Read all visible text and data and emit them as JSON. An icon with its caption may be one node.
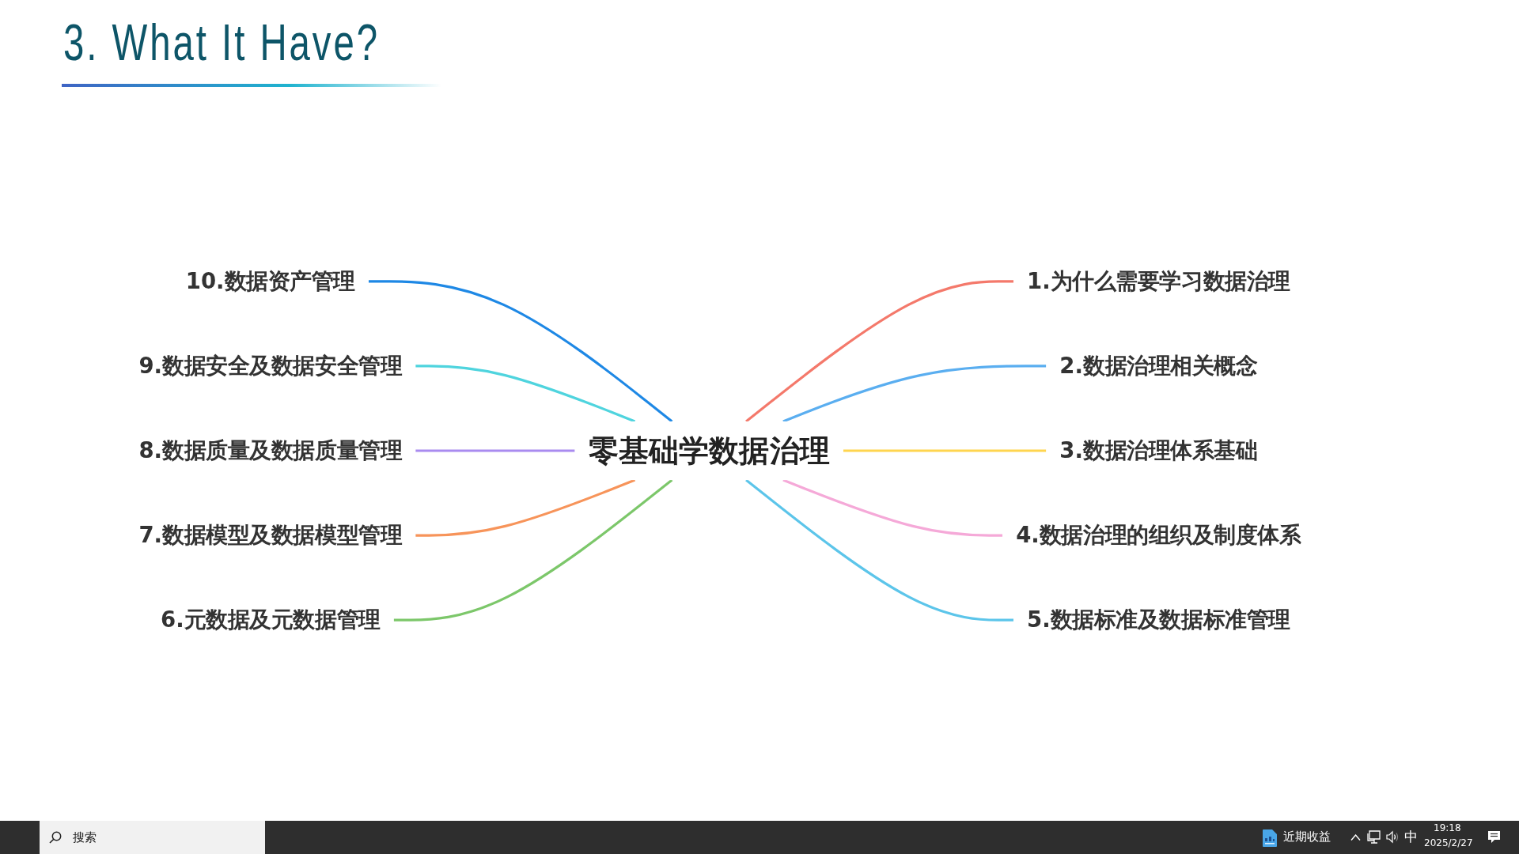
{
  "diagram": {
    "title": "3. What It Have?",
    "nodes": [
      {
        "text": [
          "零基础学数据治理"
        ]
      },
      {
        "text": [
          "1.为什么需要学习数据治理"
        ]
      },
      {
        "text": [
          "2.数据治理相关概念"
        ]
      },
      {
        "text": [
          "3.数据治理体系基础"
        ]
      },
      {
        "text": [
          "4.数据治理的组织及制度体系"
        ]
      },
      {
        "text": [
          "5.数据标准及数据标准管理"
        ]
      },
      {
        "text": [
          "6.元数据及元数据管理"
        ]
      },
      {
        "text": [
          "7.数据模型及数据模型管理"
        ]
      },
      {
        "text": [
          "8.数据质量及数据质量管理"
        ]
      },
      {
        "text": [
          "9.数据安全及数据安全管理"
        ]
      },
      {
        "text": [
          "10.数据资产管理"
        ]
      }
    ],
    "edges": [
      {
        "from": 0,
        "to": 1,
        "arrow": "none",
        "color": "#f4796b"
      },
      {
        "from": 0,
        "to": 2,
        "arrow": "none",
        "color": "#5aaef0"
      },
      {
        "from": 0,
        "to": 3,
        "arrow": "none",
        "color": "#ffd54f"
      },
      {
        "from": 0,
        "to": 4,
        "arrow": "none",
        "color": "#f5a9d8"
      },
      {
        "from": 0,
        "to": 5,
        "arrow": "none",
        "color": "#5cc5ea"
      },
      {
        "from": 10,
        "to": 0,
        "arrow": "none",
        "color": "#1e88e5"
      },
      {
        "from": 9,
        "to": 0,
        "arrow": "none",
        "color": "#4fd4de"
      },
      {
        "from": 8,
        "to": 0,
        "arrow": "none",
        "color": "#a98bf0"
      },
      {
        "from": 7,
        "to": 0,
        "arrow": "none",
        "color": "#f7945a"
      },
      {
        "from": 6,
        "to": 0,
        "arrow": "none",
        "color": "#7cc76a"
      }
    ],
    "labels": [
      "搜索",
      "近期收益",
      "中",
      "19:18",
      "2025/2/27"
    ]
  }
}
